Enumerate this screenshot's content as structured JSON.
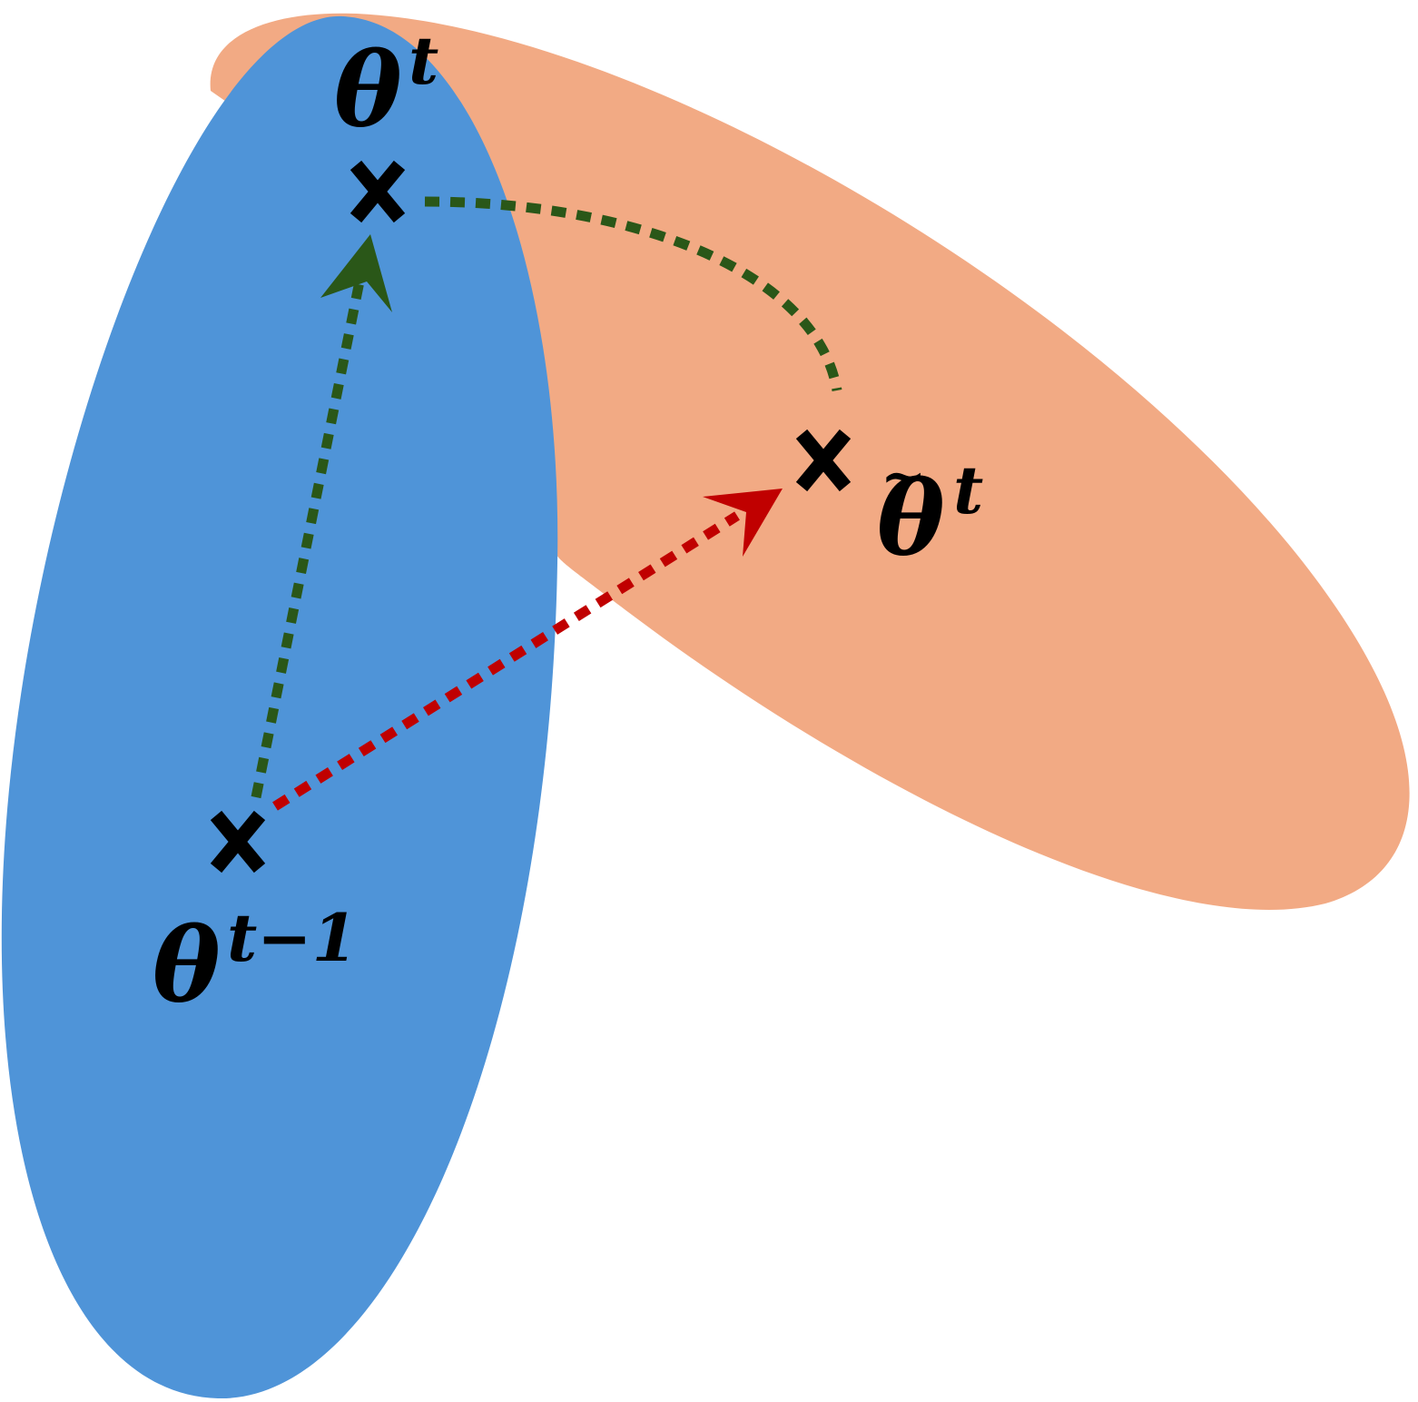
{
  "diagram": {
    "labels": {
      "theta_t_symbol": "θ",
      "theta_t_sup": "t",
      "theta_prev_symbol": "θ",
      "theta_prev_sup": "t−1",
      "theta_tilde_symbol": "θ",
      "theta_tilde_accent": "~",
      "theta_tilde_sup": "t"
    },
    "colors": {
      "region_blue": "#4f94d8",
      "region_orange": "#f2aa84",
      "path_green": "#2a5718",
      "path_red": "#c00000",
      "marker": "#000000"
    }
  }
}
